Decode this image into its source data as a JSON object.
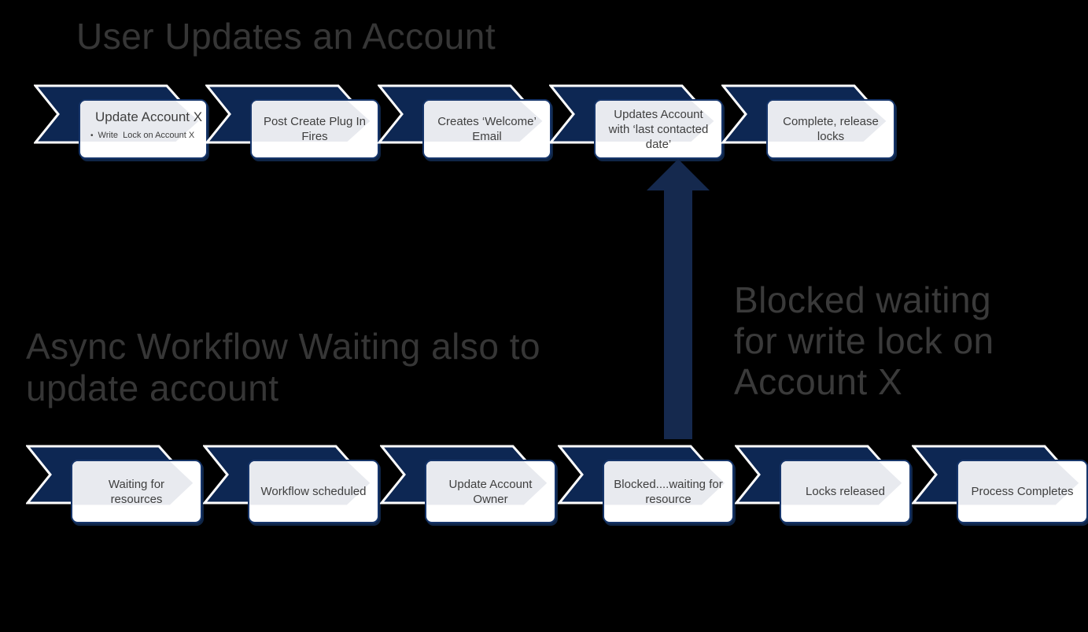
{
  "canvas": {
    "background": "#000000"
  },
  "colors": {
    "chevron_fill": "#0d2753",
    "chevron_outline": "#ffffff",
    "box_fill": "#ffffff",
    "box_border": "#16356a",
    "box_inner_arrow": "#e8eaef",
    "box_text": "#3f3f3f",
    "heading_text": "#363636",
    "blocked_arrow_fill": "#15294e"
  },
  "top_flow": {
    "title": "User Updates an Account",
    "steps": [
      {
        "title": "Update Account X",
        "bullet_marker": "•",
        "bullet": "Write  Lock on Account X"
      },
      {
        "label": "Post Create Plug In Fires"
      },
      {
        "label": "Creates ‘Welcome’ Email"
      },
      {
        "label": "Updates Account with ‘last contacted date’"
      },
      {
        "label": "Complete, release locks"
      }
    ]
  },
  "bottom_flow": {
    "title": "Async Workflow Waiting also to\nupdate account",
    "steps": [
      {
        "label": "Waiting for resources"
      },
      {
        "label": "Workflow scheduled"
      },
      {
        "label": "Update Account Owner"
      },
      {
        "label": "Blocked....waiting for resource"
      },
      {
        "label": "Locks released"
      },
      {
        "label": "Process Completes"
      }
    ]
  },
  "annotation": {
    "text": "Blocked waiting\nfor write lock on\nAccount X"
  }
}
